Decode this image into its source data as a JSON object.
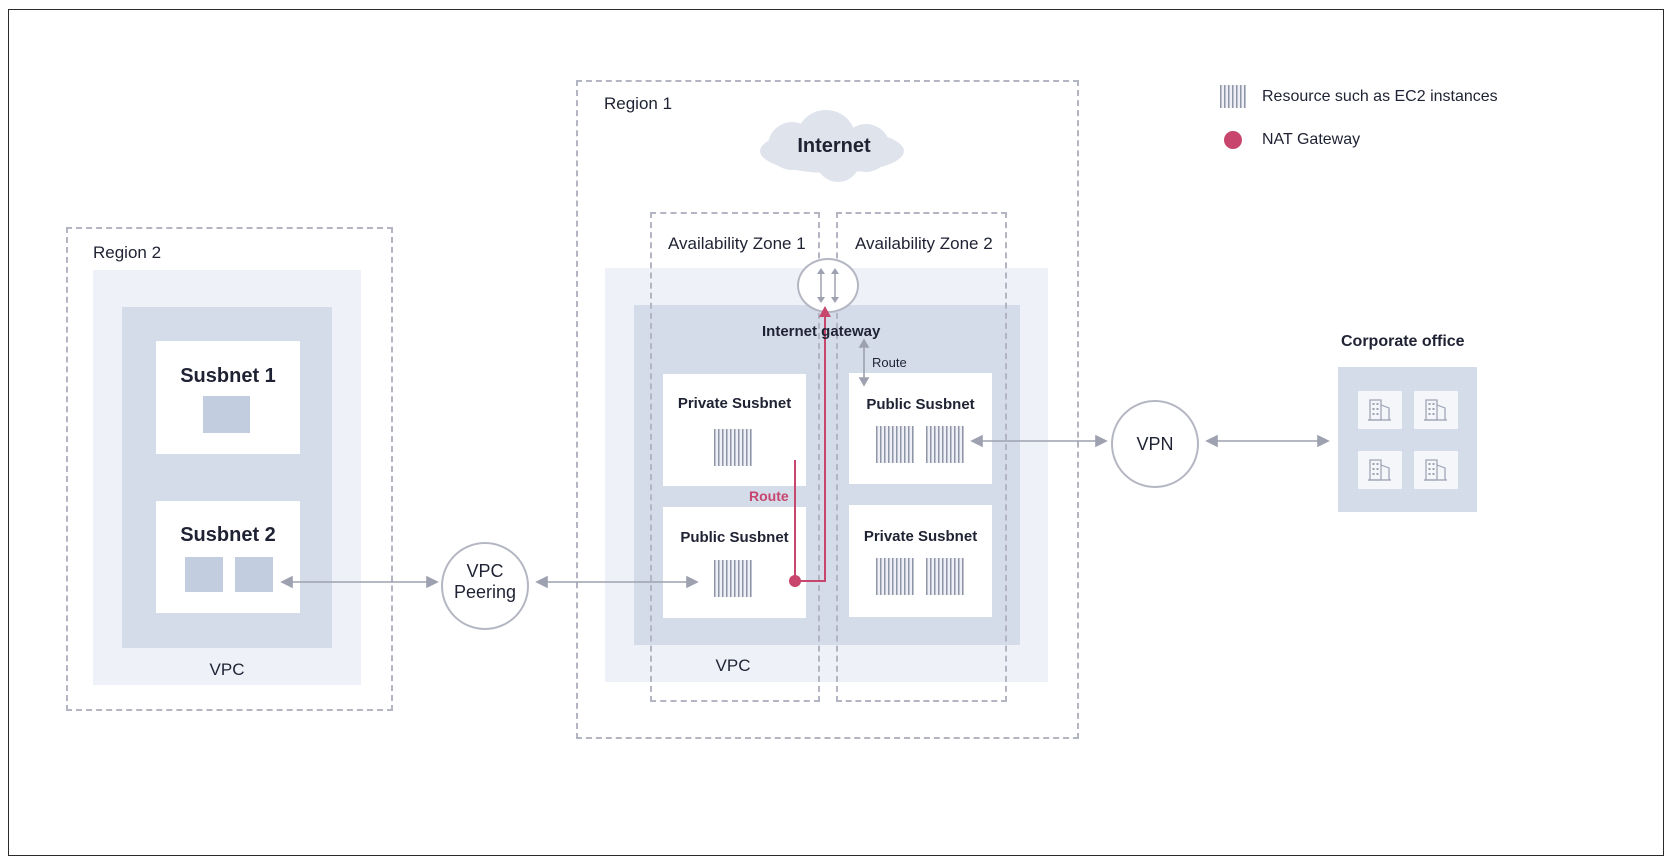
{
  "legend": {
    "resource_label": "Resource such as EC2 instances",
    "nat_label": "NAT Gateway"
  },
  "region1": {
    "label": "Region 1",
    "internet_label": "Internet",
    "az1_label": "Availability Zone 1",
    "az2_label": "Availability Zone 2",
    "igw_label": "Internet gateway",
    "route_label": "Route",
    "nat_route_label": "Route",
    "az1_private_label": "Private Susbnet",
    "az1_public_label": "Public Susbnet",
    "az2_public_label": "Public Susbnet",
    "az2_private_label": "Private Susbnet",
    "vpc_label": "VPC"
  },
  "region2": {
    "label": "Region 2",
    "subnet1_label": "Susbnet 1",
    "subnet2_label": "Susbnet 2",
    "vpc_label": "VPC"
  },
  "peering": {
    "line1": "VPC",
    "line2": "Peering"
  },
  "vpn": {
    "label": "VPN"
  },
  "corporate": {
    "label": "Corporate office"
  },
  "colors": {
    "nat": "#c8456e",
    "arrow": "#9da1b0",
    "dash": "#b3b6c2",
    "vpc_outer": "#eef1f7",
    "vpc_inner": "#d4dcea"
  }
}
